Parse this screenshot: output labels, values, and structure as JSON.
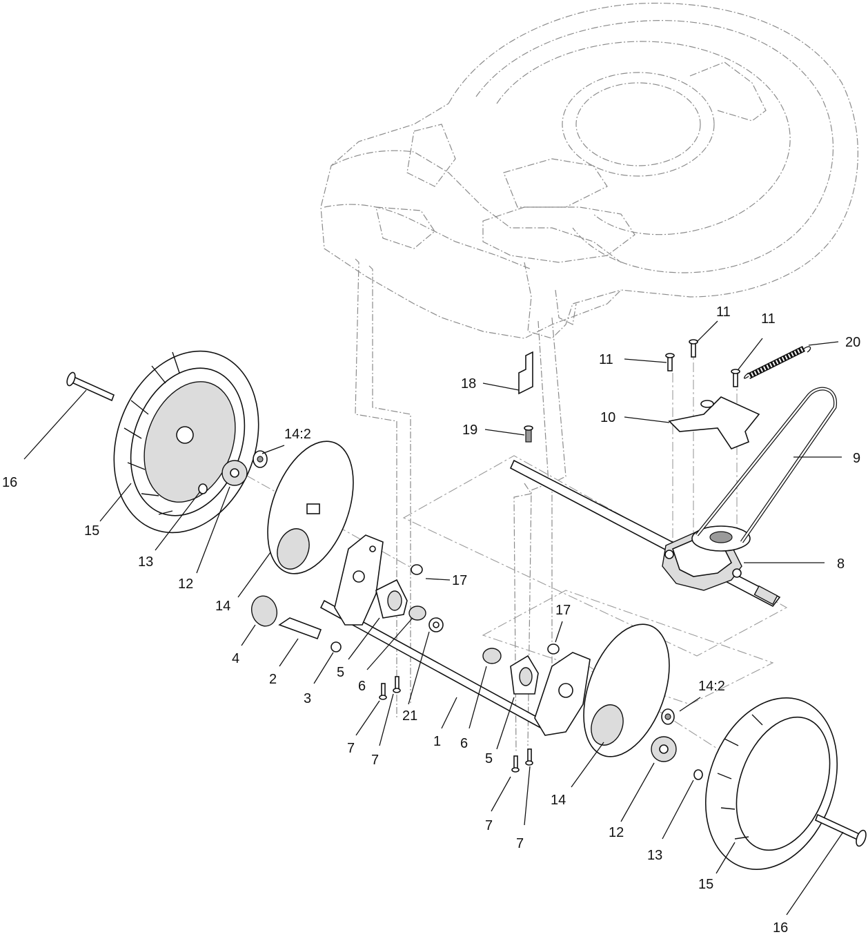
{
  "diagram": {
    "callouts": {
      "c1": "1",
      "c2": "2",
      "c3": "3",
      "c4": "4",
      "c5a": "5",
      "c5b": "5",
      "c6a": "6",
      "c6b": "6",
      "c7a": "7",
      "c7b": "7",
      "c7c": "7",
      "c7d": "7",
      "c8": "8",
      "c9": "9",
      "c10": "10",
      "c11a": "11",
      "c11b": "11",
      "c11c": "11",
      "c12a": "12",
      "c12b": "12",
      "c13a": "13",
      "c13b": "13",
      "c14a": "14",
      "c14b": "14",
      "c142a": "14:2",
      "c142b": "14:2",
      "c15a": "15",
      "c15b": "15",
      "c16a": "16",
      "c16b": "16",
      "c17a": "17",
      "c17b": "17",
      "c18": "18",
      "c19": "19",
      "c20": "20",
      "c21": "21"
    }
  }
}
